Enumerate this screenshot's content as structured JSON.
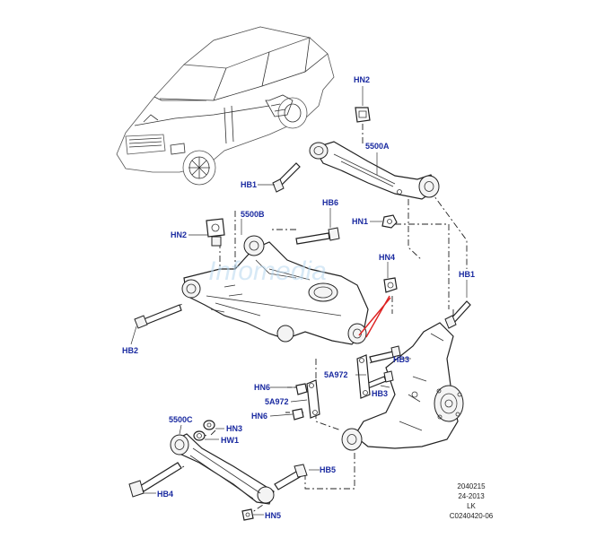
{
  "labels": {
    "hn2_top": "HN2",
    "p5500a": "5500A",
    "hb1_top": "HB1",
    "hn1": "HN1",
    "hb6": "HB6",
    "hn2_left": "HN2",
    "p5500b": "5500B",
    "hn4": "HN4",
    "hb1_right": "HB1",
    "hb2": "HB2",
    "hb3_a": "HB3",
    "p5a972_a": "5A972",
    "hb3_b": "HB3",
    "hn6_a": "HN6",
    "p5a972_b": "5A972",
    "hn6_b": "HN6",
    "p5500c": "5500C",
    "hn3": "HN3",
    "hw1": "HW1",
    "hb5": "HB5",
    "hb4": "HB4",
    "hn5": "HN5"
  },
  "footer": {
    "line1": "2040215",
    "line2": "24-2013",
    "line3": "LK",
    "line4": "C0240420-06"
  },
  "watermark": "Infomedia",
  "colors": {
    "label": "#1a2aa0",
    "highlight": "#d22222",
    "watermark": "#b8d8f0"
  }
}
